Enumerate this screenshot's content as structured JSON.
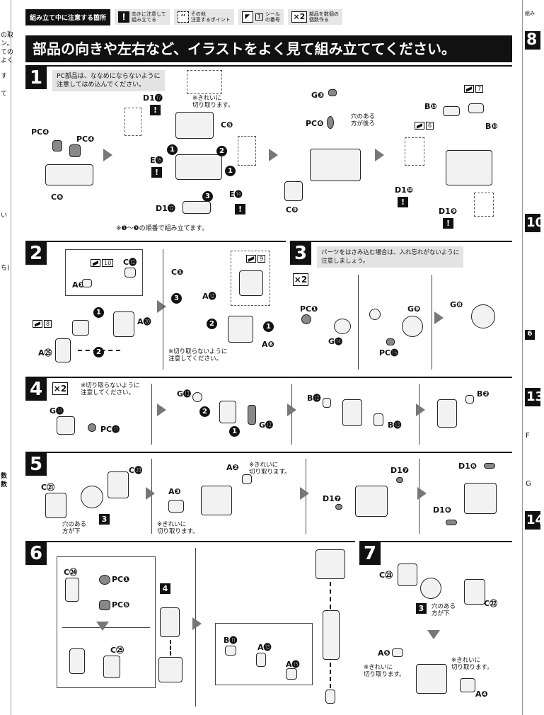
{
  "legend": {
    "title": "組み立て中に注意する箇所",
    "caution_label": "向きに注意して\n組み立てる",
    "other_label": "その他\n注意するポイント",
    "sticker_label": "シール\nの番号",
    "sticker_num": "1",
    "count_icon": "×2",
    "count_label": "部品を数個の\n個数作る"
  },
  "banner": "部品の向きや左右など、イラストをよく見て組み立ててください。",
  "steps": {
    "s1": {
      "num": "1",
      "note": "PC部品は、ななめにならないように\n注意してはめ込んでください。",
      "labels": [
        "PC❹",
        "PC❹",
        "C❻",
        "D1⓱",
        "※きれいに\n切り取ります。",
        "C❺",
        "E⓯",
        "E⓮",
        "D1⓬",
        "G❸",
        "PC❻",
        "穴のある\n方が後ろ",
        "C❾",
        "B❿",
        "B❿",
        "7",
        "6",
        "D1❿",
        "D1❾"
      ],
      "footnote": "※❶～❸の順番で組み立てます。"
    },
    "s2": {
      "num": "2",
      "labels": [
        "10",
        "C⓬",
        "A❶",
        "8",
        "A⓴",
        "A㉕",
        "9",
        "C❶",
        "A⓬",
        "A❻"
      ],
      "footnote": "※切り取らないように\n注意してください。"
    },
    "s3": {
      "num": "3",
      "count": "×2",
      "note": "パーツをはさみ込む場合は、入れ忘れがないように\n注意しましょう。",
      "labels": [
        "PC❶",
        "G⓮",
        "G❾",
        "PC⓯",
        "G❽"
      ]
    },
    "s4": {
      "num": "4",
      "count": "×2",
      "caution": "※切り取らないように\n注意してください。",
      "labels": [
        "G⓫",
        "PC⓫",
        "G⓭",
        "G⓬",
        "B⓬",
        "B⓭",
        "B❷"
      ]
    },
    "s5": {
      "num": "5",
      "labels": [
        "C⓴",
        "C㉑",
        "穴のある\n方が下",
        "3",
        "A❷",
        "※きれいに\n切り取ります。",
        "A❸",
        "※きれいに\n切り取ります。",
        "D1❼",
        "D1❼",
        "D1❻",
        "D1❻"
      ]
    },
    "s6": {
      "num": "6",
      "labels": [
        "C㉔",
        "PC❶",
        "PC❺",
        "C㉕",
        "4",
        "B⓫",
        "A⓭",
        "A⓯"
      ]
    },
    "s7": {
      "num": "7",
      "labels": [
        "C㉓",
        "C㉒",
        "3",
        "穴のある\n方が下",
        "A❺",
        "※きれいに\n切り取ります。",
        "※きれいに\n切り取ります。",
        "A❹"
      ]
    }
  },
  "right_sliver": {
    "top": "組み",
    "steps": [
      "8",
      "10",
      "13",
      "14"
    ],
    "frag": [
      "6",
      "F",
      "G"
    ]
  },
  "left_sliver": [
    "の取",
    "ン。",
    "ての",
    "よく",
    "す",
    "て",
    "い",
    "ち)",
    "数",
    "数"
  ]
}
